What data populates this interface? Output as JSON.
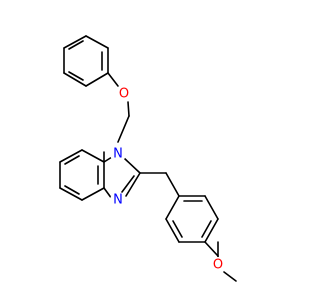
{
  "molecule": {
    "atoms": {
      "n1": {
        "label": "N",
        "color": "#0000FF"
      },
      "n3": {
        "label": "N",
        "color": "#0000FF"
      },
      "o_ether": {
        "label": "O",
        "color": "#FF0000"
      },
      "o_methoxy": {
        "label": "O",
        "color": "#FF0000"
      }
    }
  }
}
